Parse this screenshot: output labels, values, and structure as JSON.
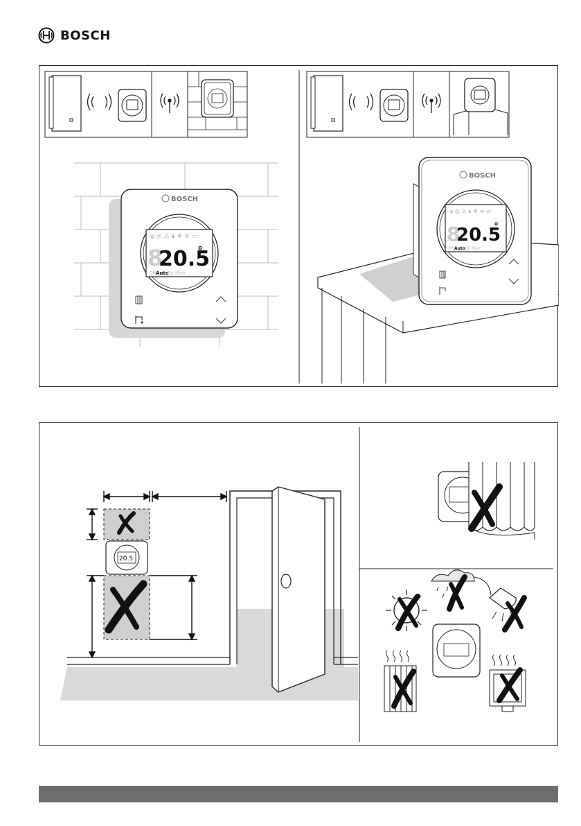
{
  "brand": {
    "name": "BOSCH",
    "logo_icon": "bosch-armature-icon"
  },
  "thermostat": {
    "display_temp": "20.5",
    "degree": "°",
    "modes": [
      "Off",
      "Auto",
      "On",
      "Man"
    ],
    "brand_label": "BOSCH",
    "small_temp": "20.5"
  },
  "footer": {
    "color": "#6e6e6e"
  }
}
